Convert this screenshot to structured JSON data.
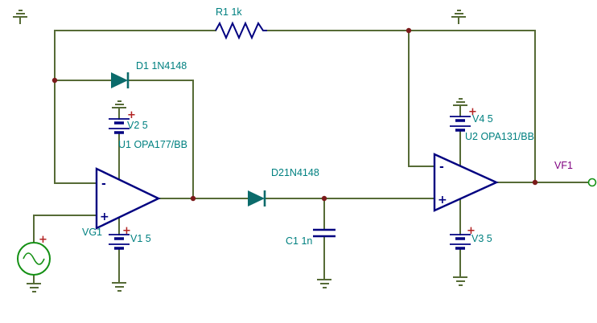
{
  "schematic": {
    "components": {
      "r1": "R1 1k",
      "d1": "D1 1N4148",
      "d2": "D21N4148",
      "c1": "C1 1n",
      "v1": "V1 5",
      "v2": "V2 5",
      "v3": "V3 5",
      "v4": "V4 5",
      "u1": "U1 OPA177/BB",
      "u2": "U2 OPA131/BB",
      "vg1": "VG1",
      "vf1": "VF1"
    },
    "markers": {
      "plus": "+",
      "minus": "-"
    },
    "colors": {
      "wire": "#566B36",
      "component": "#000080",
      "diode": "#0B6B6B",
      "label": "#008080",
      "junction": "#7A1A1A",
      "plus_sign": "#B22222",
      "source": "#149014",
      "output_label": "#800080",
      "background": "#FFFFFF"
    }
  }
}
